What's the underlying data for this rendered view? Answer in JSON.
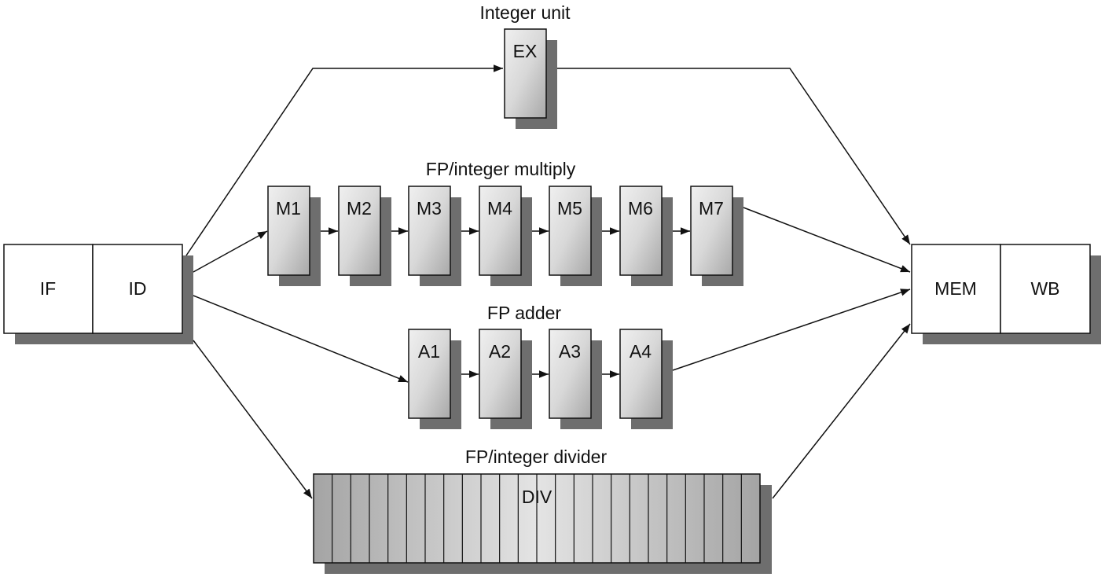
{
  "units": {
    "integer": {
      "title": "Integer unit",
      "stages": [
        "EX"
      ]
    },
    "multiply": {
      "title": "FP/integer multiply",
      "stages": [
        "M1",
        "M2",
        "M3",
        "M4",
        "M5",
        "M6",
        "M7"
      ]
    },
    "adder": {
      "title": "FP adder",
      "stages": [
        "A1",
        "A2",
        "A3",
        "A4"
      ]
    },
    "divider": {
      "title": "FP/integer divider",
      "stage": "DIV",
      "segments": 24
    }
  },
  "front": [
    "IF",
    "ID"
  ],
  "back": [
    "MEM",
    "WB"
  ]
}
